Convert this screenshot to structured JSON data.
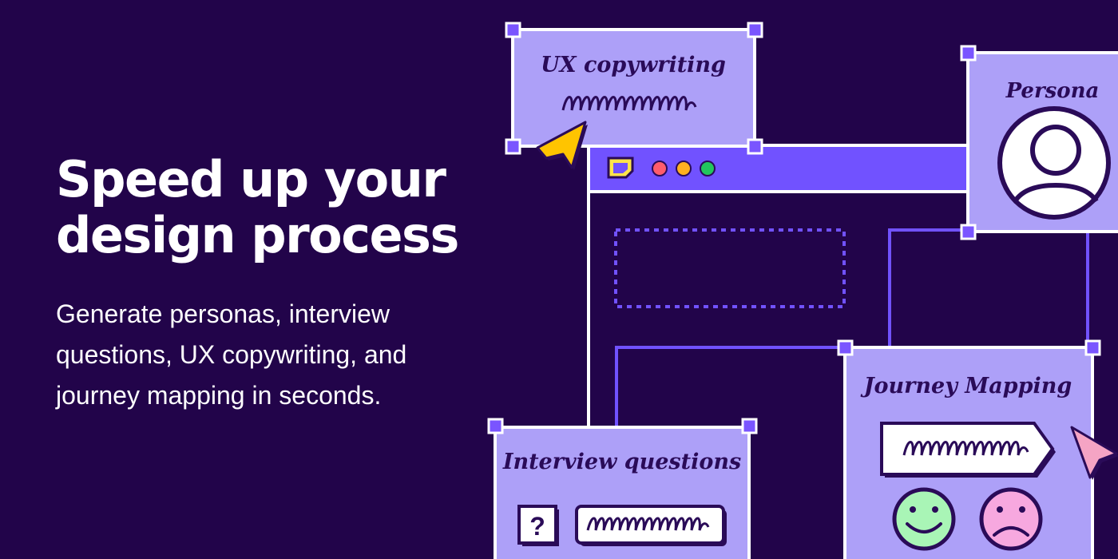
{
  "headline": {
    "line1": "Speed up your",
    "line2": "design process"
  },
  "subtext": {
    "line1": "Generate personas, interview",
    "line2": "questions, UX copywriting, and",
    "line3": "journey mapping in seconds."
  },
  "cards": {
    "ux_copywriting": "UX copywriting",
    "persona": "Persona",
    "journey_mapping": "Journey Mapping",
    "interview_questions": "Interview questions",
    "question_mark": "?"
  },
  "colors": {
    "background": "#22044a",
    "card_fill": "#ada0f8",
    "accent_purple": "#7152ff",
    "handle": "#7a55ff",
    "cursor_yellow": "#ffc400",
    "cursor_pink": "#f5a4c4",
    "smiley_green": "#a9f5b6",
    "sad_pink": "#f7a8df",
    "dot_red": "#ff5c6c",
    "dot_yellow": "#ffb020",
    "dot_green": "#22c55e"
  },
  "icons": [
    "sticky-note-icon",
    "window-dot-red",
    "window-dot-yellow",
    "window-dot-green",
    "user-avatar-icon",
    "happy-face-icon",
    "sad-face-icon",
    "cursor-arrow-yellow",
    "cursor-arrow-pink",
    "question-mark-icon"
  ]
}
